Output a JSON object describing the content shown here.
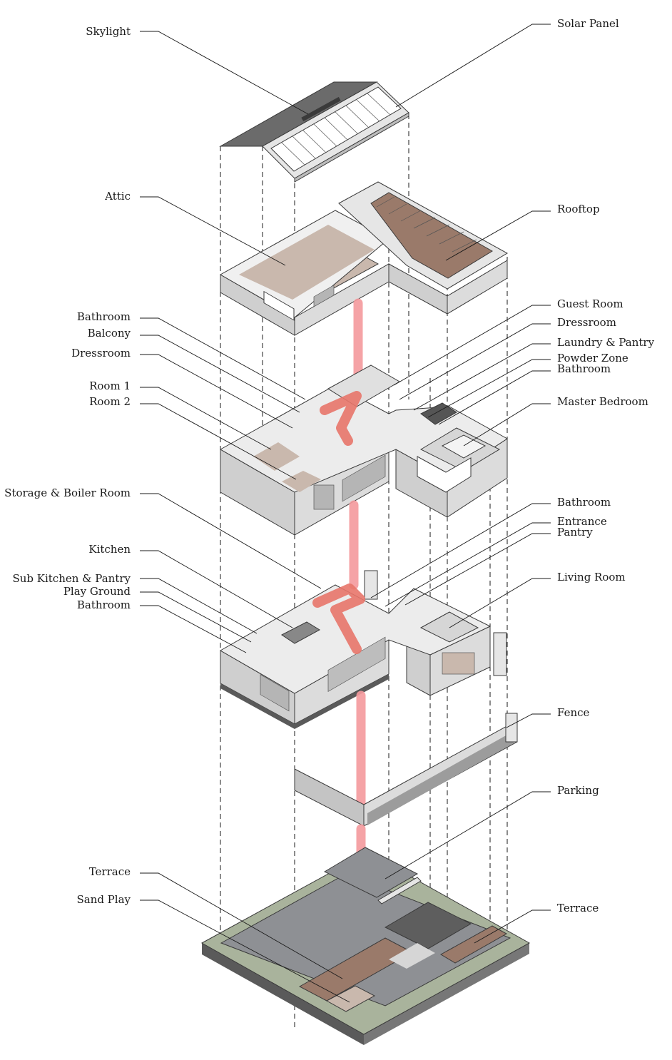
{
  "labels": {
    "skylight": "Skylight",
    "solar_panel": "Solar Panel",
    "attic": "Attic",
    "rooftop": "Rooftop",
    "bathroom_2f_left": "Bathroom",
    "balcony": "Balcony",
    "dressroom_left": "Dressroom",
    "room1": "Room 1",
    "room2": "Room 2",
    "guest_room": "Guest Room",
    "dressroom_right": "Dressroom",
    "laundry_pantry": "Laundry & Pantry",
    "powder_zone": "Powder Zone",
    "bathroom_2f_right": "Bathroom",
    "master_bedroom": "Master Bedroom",
    "storage_boiler": "Storage & Boiler Room",
    "kitchen": "Kitchen",
    "sub_kitchen_pantry": "Sub Kitchen & Pantry",
    "play_ground": "Play Ground",
    "bathroom_1f_left": "Bathroom",
    "bathroom_1f_right": "Bathroom",
    "entrance": "Entrance",
    "pantry": "Pantry",
    "living_room": "Living Room",
    "fence": "Fence",
    "parking": "Parking",
    "terrace_left": "Terrace",
    "sand_play": "Sand Play",
    "terrace_right": "Terrace"
  },
  "colors": {
    "wall_light": "#e6e6e6",
    "wall_mid": "#cfcfcf",
    "wall_dark": "#a8a8a8",
    "roof_dark": "#6b6b6b",
    "floor_tan": "#c9b8ad",
    "deck_wood": "#9a7a6a",
    "site_green": "#a9b39c",
    "site_gray": "#8e9094",
    "circulation": "#f4999c",
    "stair": "#e8756a"
  }
}
